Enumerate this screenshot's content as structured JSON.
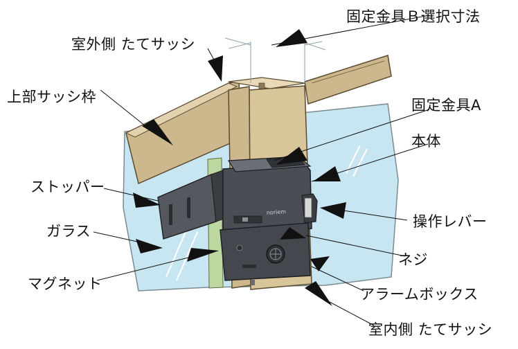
{
  "diagram": {
    "labels": {
      "bracket_b_dimension": "固定金具Ｂ選択寸法",
      "outdoor_sash": "室外側 たてサッシ",
      "upper_frame": "上部サッシ枠",
      "bracket_a": "固定金具A",
      "main_body": "本体",
      "stopper": "ストッパー",
      "glass": "ガラス",
      "lever": "操作レバー",
      "screw": "ネジ",
      "magnet": "マグネット",
      "alarm_box": "アラームボックス",
      "indoor_sash": "室内側 たてサッシ"
    },
    "brand_mark": "noriem",
    "colors": {
      "glass": "#c8e6f2",
      "frame": "#cdb88d",
      "frame_shade": "#a8926a",
      "device": "#4a4d53",
      "device_dark": "#2f3236",
      "arrow": "#111111"
    }
  }
}
